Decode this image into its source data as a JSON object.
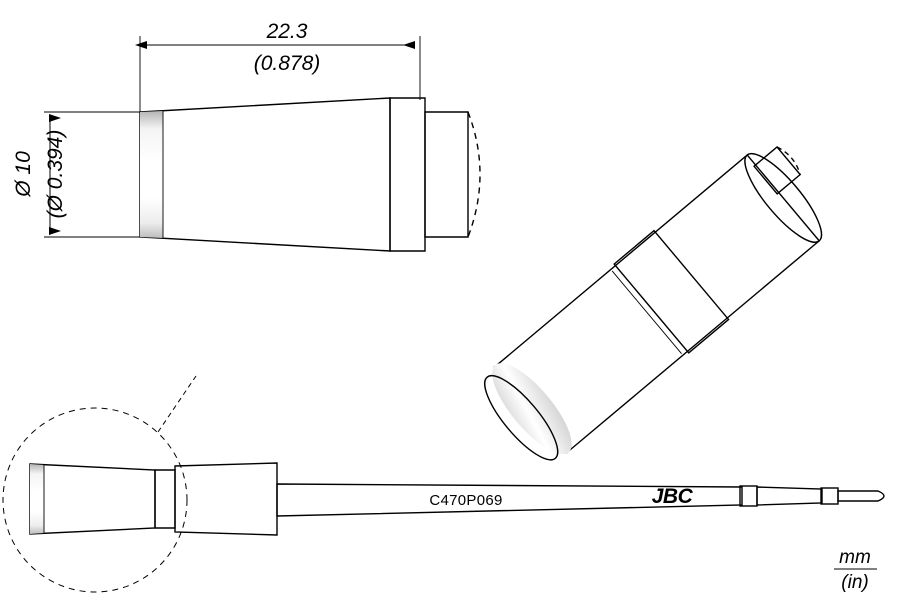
{
  "drawing": {
    "title": "JBC C470P069 soldering cartridge technical drawing",
    "background_color": "#ffffff",
    "line_color": "#000000"
  },
  "dimensions": {
    "length": {
      "name": "overall-length",
      "value_mm": "22.3",
      "value_in": "(0.878)",
      "orientation": "horizontal"
    },
    "diameter": {
      "name": "body-diameter",
      "value_mm": "Ø 10",
      "value_in": "(Ø 0.394)",
      "orientation": "vertical"
    }
  },
  "labels": {
    "part_number": "C470P069",
    "brand": "JBC",
    "units_numerator": "mm",
    "units_denominator": "(in)"
  },
  "views": [
    {
      "name": "front-elevation-view",
      "description": "Tapered cartridge tip, side profile with dimensions"
    },
    {
      "name": "isometric-view",
      "description": "3D shaded cylindrical cartridge at angle"
    },
    {
      "name": "assembly-view",
      "description": "Full cartridge assembly with detail circle, part number and brand"
    }
  ],
  "colors": {
    "metal_light": "#ededed",
    "metal_mid": "#b8b8b8",
    "metal_dark": "#7d7d7d",
    "metal_highlight": "#ffffff",
    "collar_dark": "#5a5a5a",
    "face_gray": "#cbcbcb"
  }
}
